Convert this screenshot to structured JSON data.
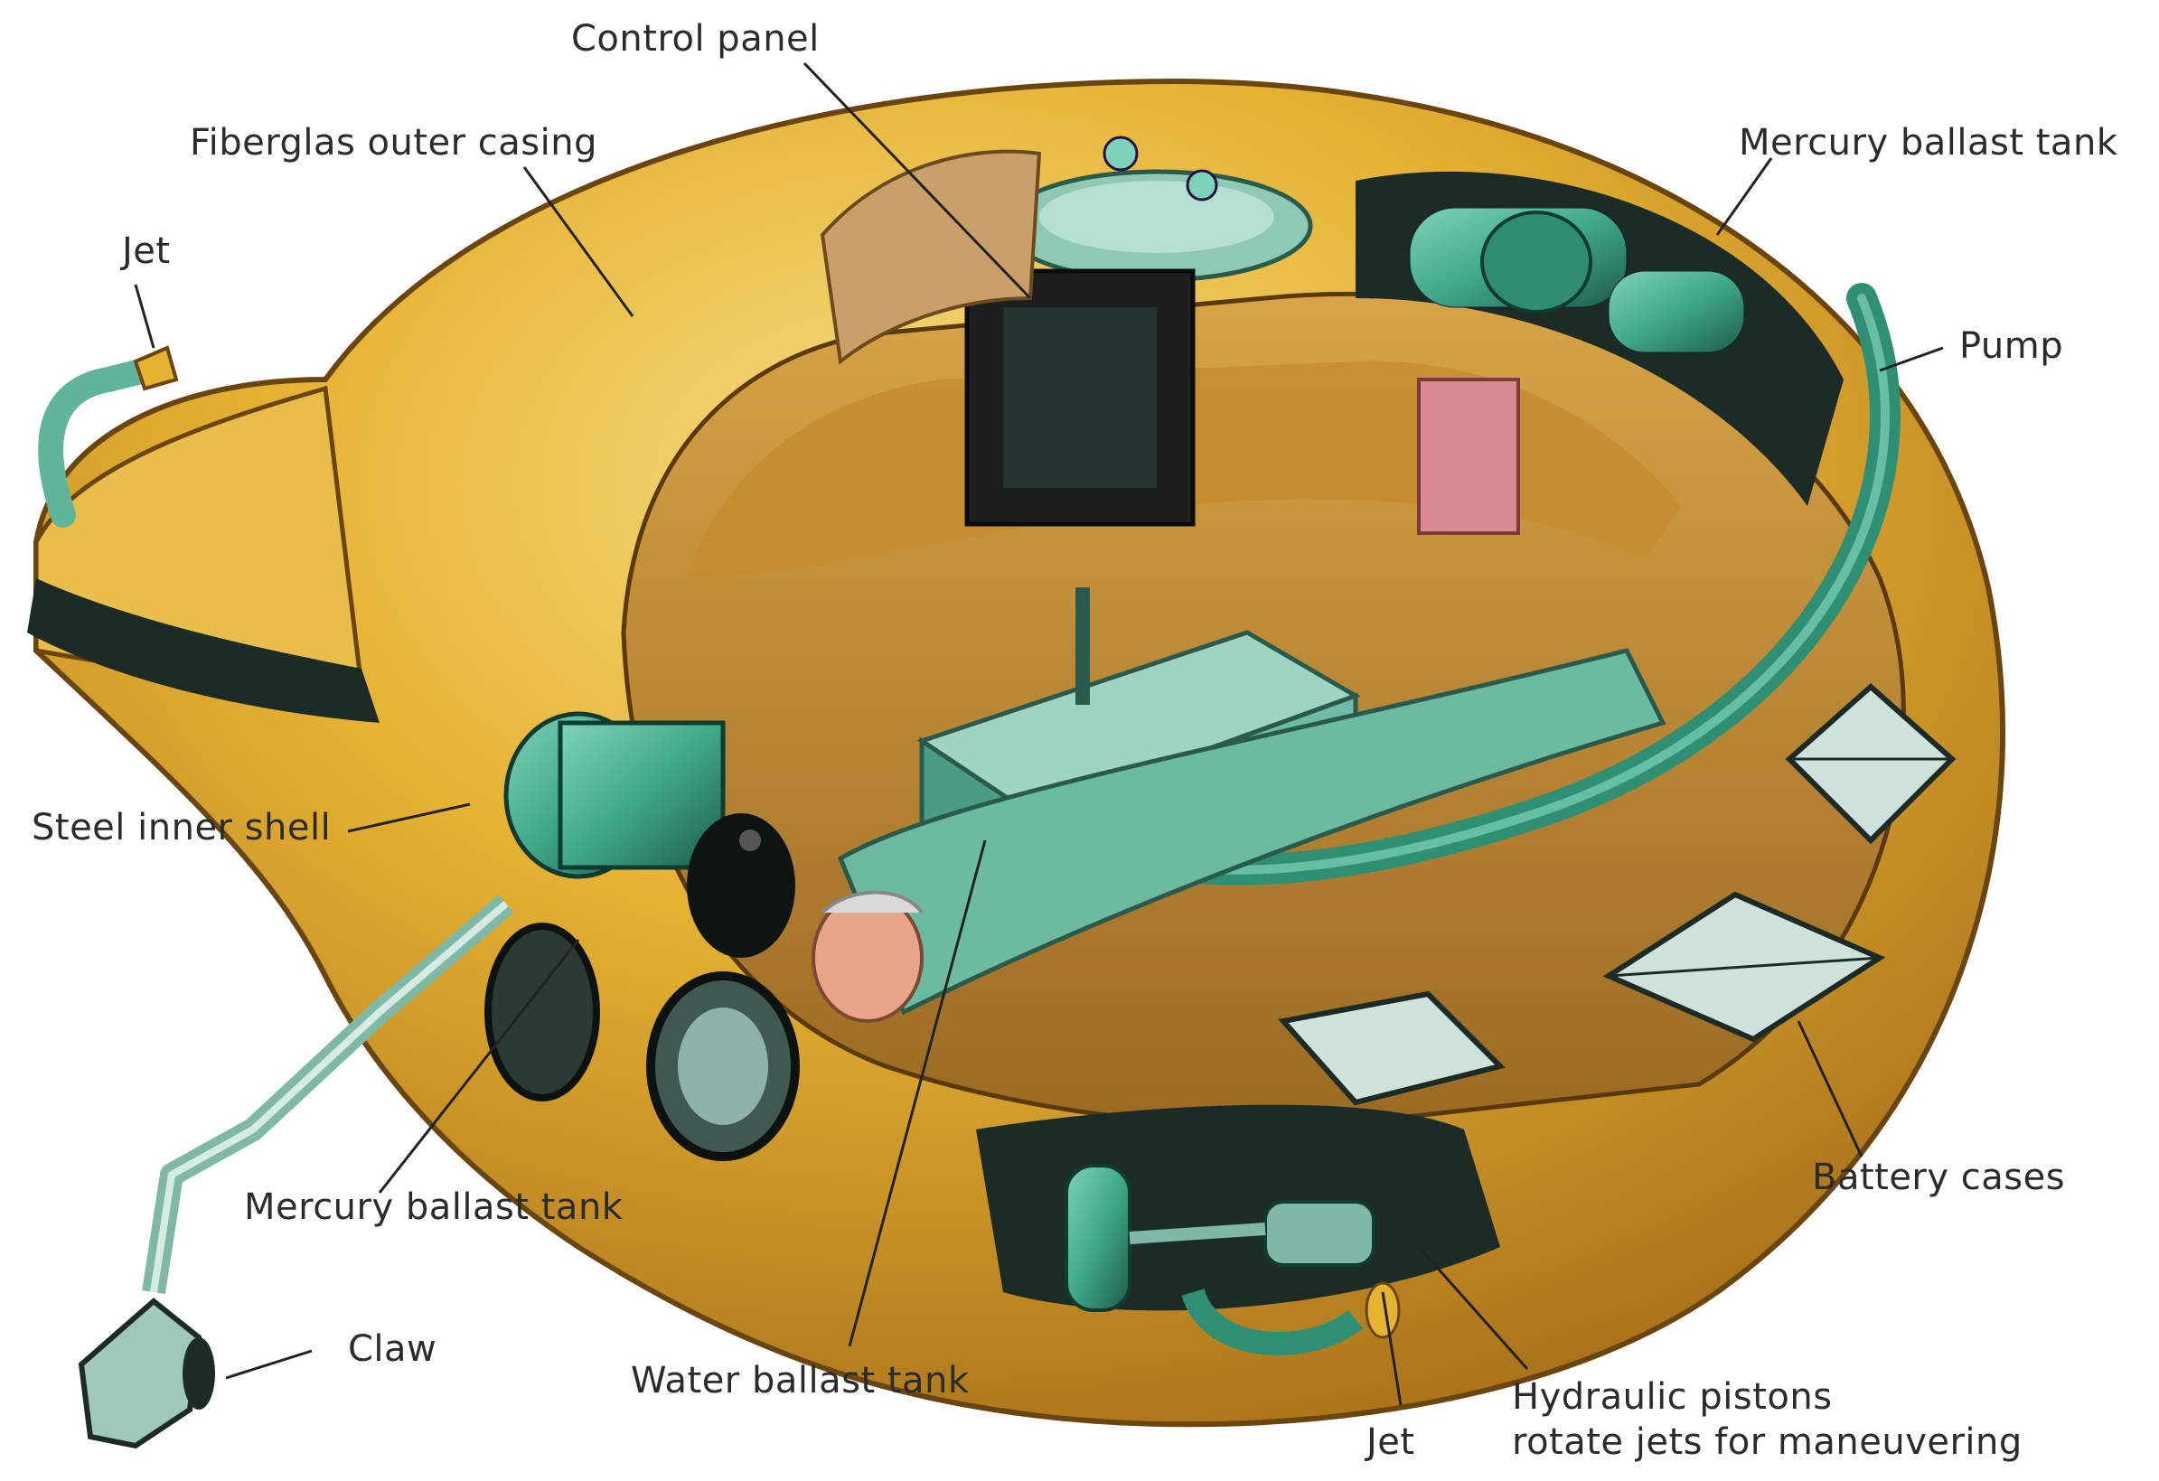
{
  "labels": {
    "control_panel": "Control panel",
    "fiberglas_outer_casing": "Fiberglas outer casing",
    "mercury_ballast_tank_top": "Mercury ballast tank",
    "jet_top": "Jet",
    "pump": "Pump",
    "steel_inner_shell": "Steel inner shell",
    "battery_cases": "Battery cases",
    "mercury_ballast_tank_bottom": "Mercury ballast tank",
    "claw": "Claw",
    "water_ballast_tank": "Water ballast tank",
    "jet_bottom": "Jet",
    "hydraulic_pistons_line1": "Hydraulic pistons",
    "hydraulic_pistons_line2": "rotate jets for maneuvering"
  },
  "colors": {
    "hull_yellow": "#e0a92a",
    "hull_light": "#f3d36a",
    "hull_dark": "#a8711a",
    "interior_green": "#3fa88a",
    "interior_dark": "#1e5a4c",
    "shadow": "#1c2b26",
    "skin": "#e8a58a",
    "label_text": "#2b2b2b",
    "leader_line": "#222222"
  }
}
